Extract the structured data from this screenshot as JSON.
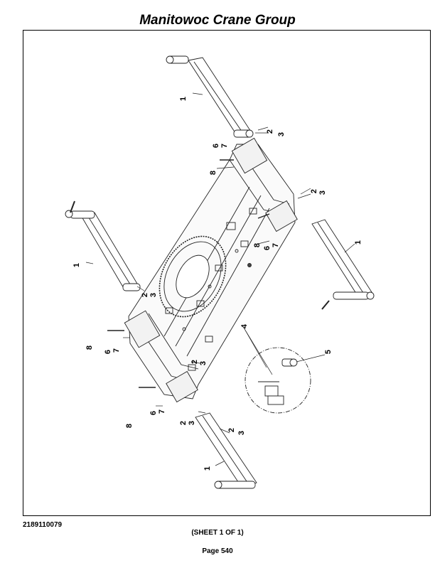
{
  "header": {
    "title": "Manitowoc Crane Group"
  },
  "drawing": {
    "callouts": {
      "c1": "1",
      "c2": "2",
      "c3": "3",
      "c4": "4",
      "c5": "5",
      "c6": "6",
      "c7": "7",
      "c8": "8"
    }
  },
  "footer": {
    "doc_number": "2189110079",
    "sheet": "(SHEET 1 OF 1)",
    "page": "Page 540"
  }
}
